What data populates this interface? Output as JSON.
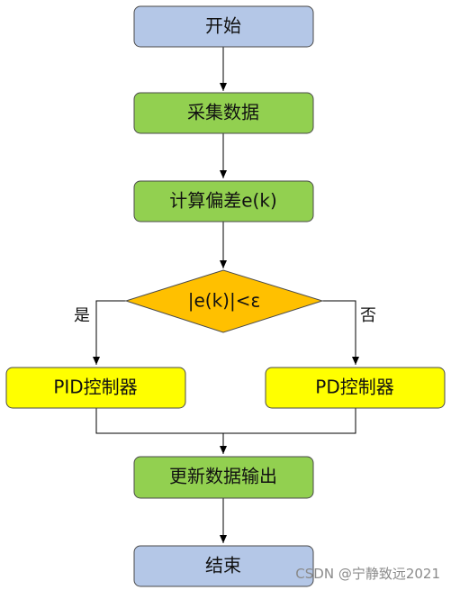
{
  "nodes": {
    "start": "开始",
    "collect": "采集数据",
    "error": "计算偏差e(k)",
    "decision": "|e(k)|<ε",
    "pid": "PID控制器",
    "pd": "PD控制器",
    "update": "更新数据输出",
    "end": "结束"
  },
  "branches": {
    "yes": "是",
    "no": "否"
  },
  "watermark": "CSDN @宁静致远2021",
  "colors": {
    "terminal_fill": "#b4c7e7",
    "process_fill": "#92d050",
    "decision_fill": "#ffc000",
    "controller_fill": "#ffff00",
    "stroke": "#4a4a4a"
  }
}
